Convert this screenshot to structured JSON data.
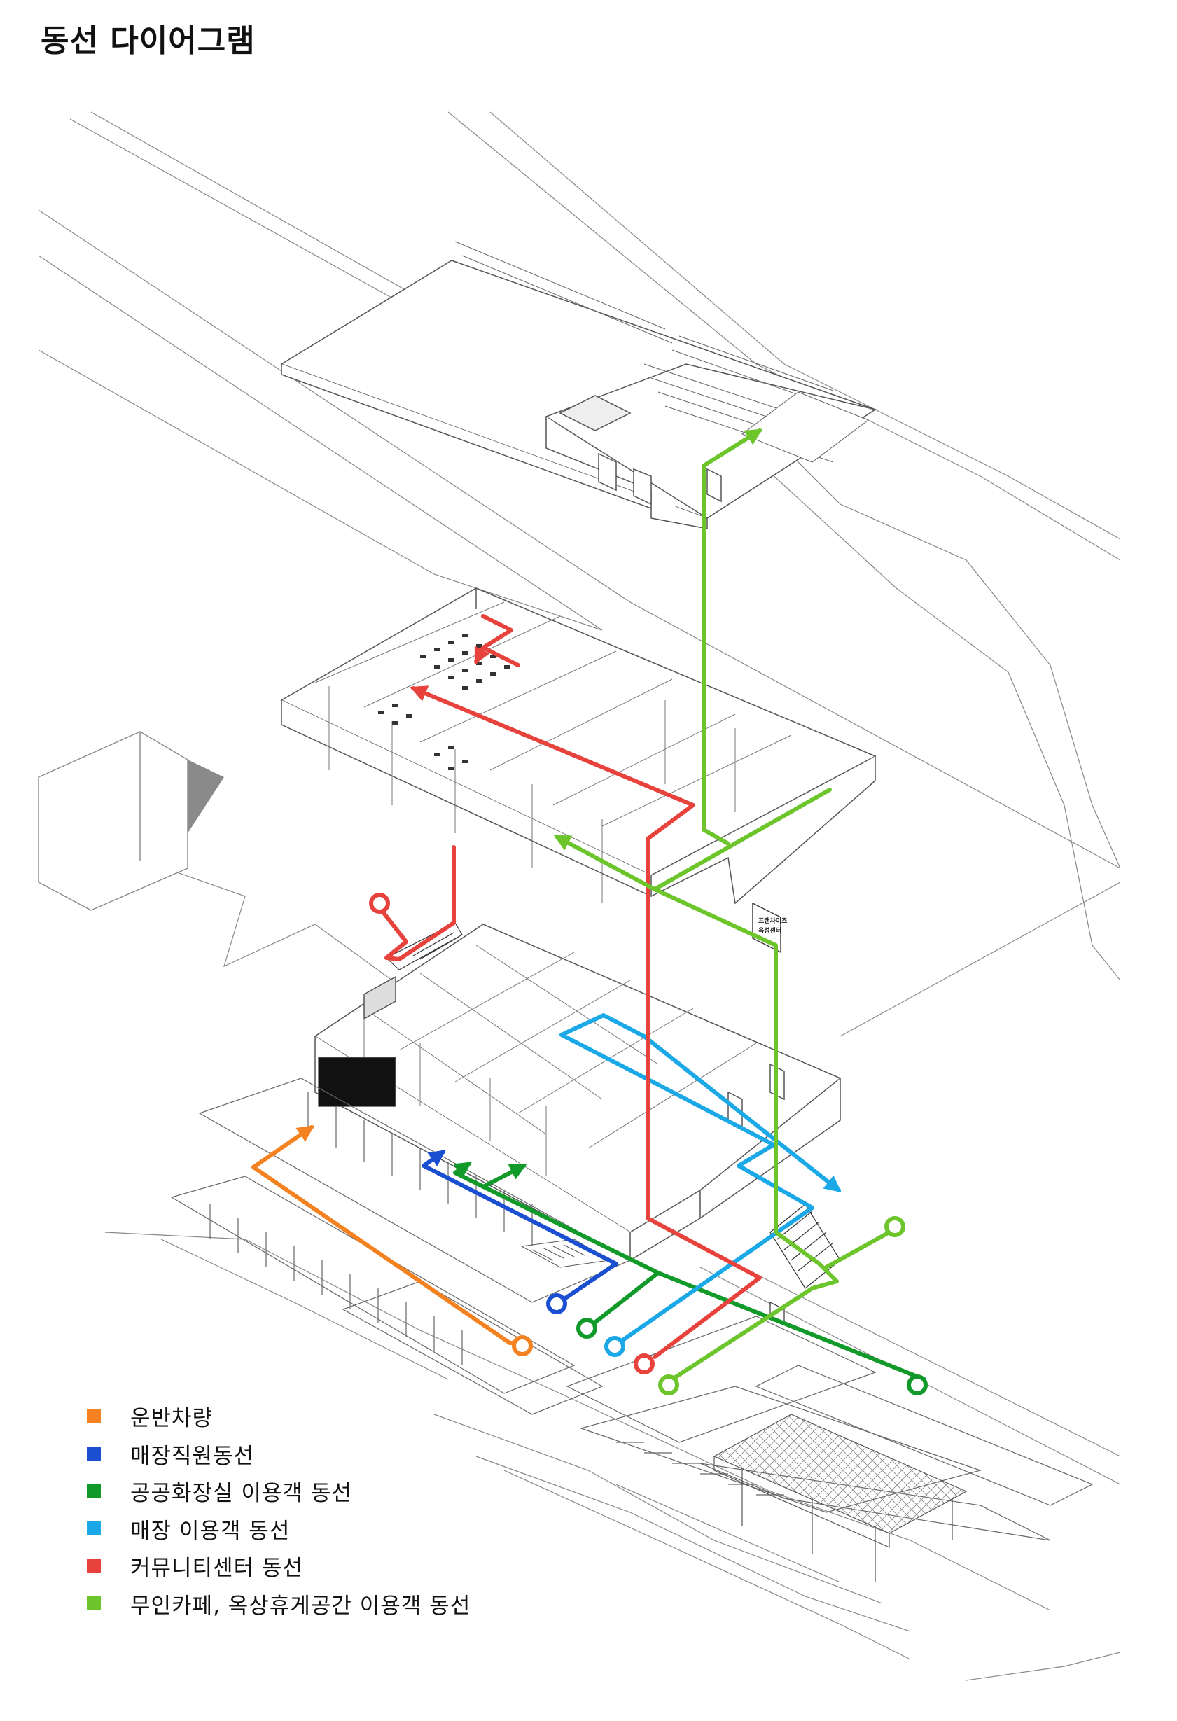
{
  "title": "동선 다이어그램",
  "sign": {
    "line1": "프랜차이즈",
    "line2": "육성센터"
  },
  "legend": [
    {
      "key": "vehicle",
      "label": "운반차량",
      "color": "#f58220"
    },
    {
      "key": "staff",
      "label": "매장직원동선",
      "color": "#1a4fd1"
    },
    {
      "key": "toilet",
      "label": "공공화장실 이용객 동선",
      "color": "#119a29"
    },
    {
      "key": "store",
      "label": "매장 이용객 동선",
      "color": "#1aa8e6"
    },
    {
      "key": "community",
      "label": "커뮤니티센터 동선",
      "color": "#e8423c"
    },
    {
      "key": "cafe",
      "label": "무인카페, 옥상휴게공간 이용객 동선",
      "color": "#6cc52a"
    }
  ]
}
